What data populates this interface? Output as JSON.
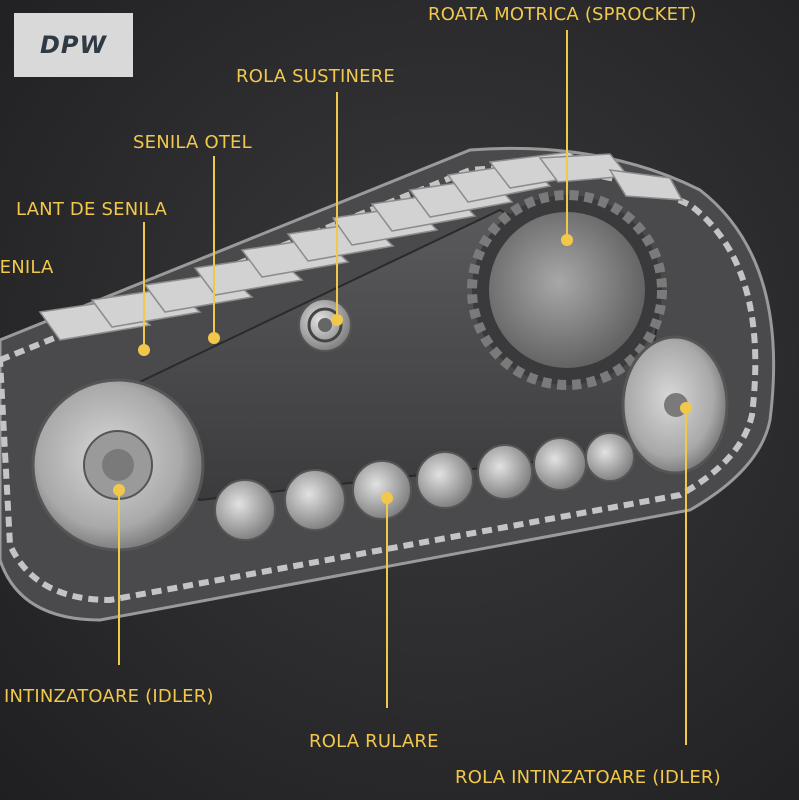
{
  "brand": {
    "logo_text": "DPW"
  },
  "accent_color": "#f1c84b",
  "labels": {
    "sprocket": "ROATA MOTRICA (SPROCKET)",
    "carrier_roller": "ROLA SUSTINERE",
    "steel_track": "SENILA OTEL",
    "track_chain": "LANT DE SENILA",
    "track_shoe": "SENILA",
    "front_idler": "INTINZATOARE (IDLER)",
    "track_roller": "ROLA RULARE",
    "rear_idler": "ROLA INTINZATOARE (IDLER)"
  }
}
